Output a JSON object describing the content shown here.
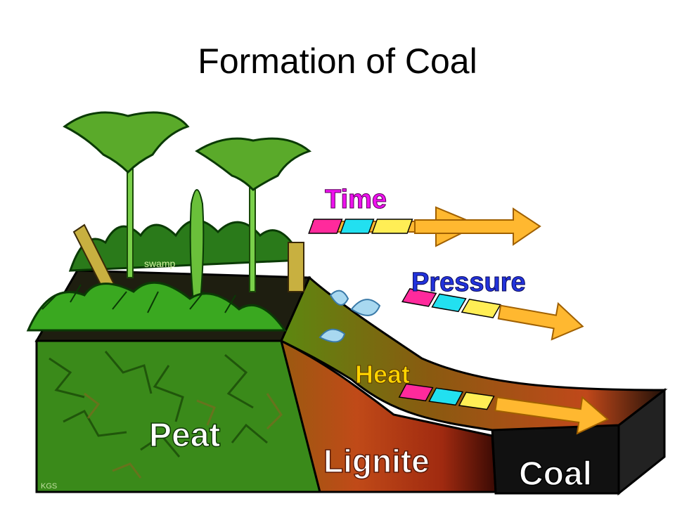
{
  "title": "Formation of Coal",
  "labels": {
    "swamp": "swamp",
    "peat": "Peat",
    "lignite": "Lignite",
    "coal": "Coal",
    "credit": "KGS"
  },
  "arrows": [
    {
      "label": "Time",
      "color": "#ee11ee"
    },
    {
      "label": "Pressure",
      "color": "#2233dd"
    },
    {
      "label": "Heat",
      "color": "#ffd400"
    }
  ],
  "colors": {
    "peat": "#3a8a1a",
    "lignite": "#b0401a",
    "coal": "#111111",
    "arrow": "#ffb830",
    "box_pink": "#ff2a9c",
    "box_cyan": "#22e0f0",
    "box_yellow": "#ffee55"
  }
}
